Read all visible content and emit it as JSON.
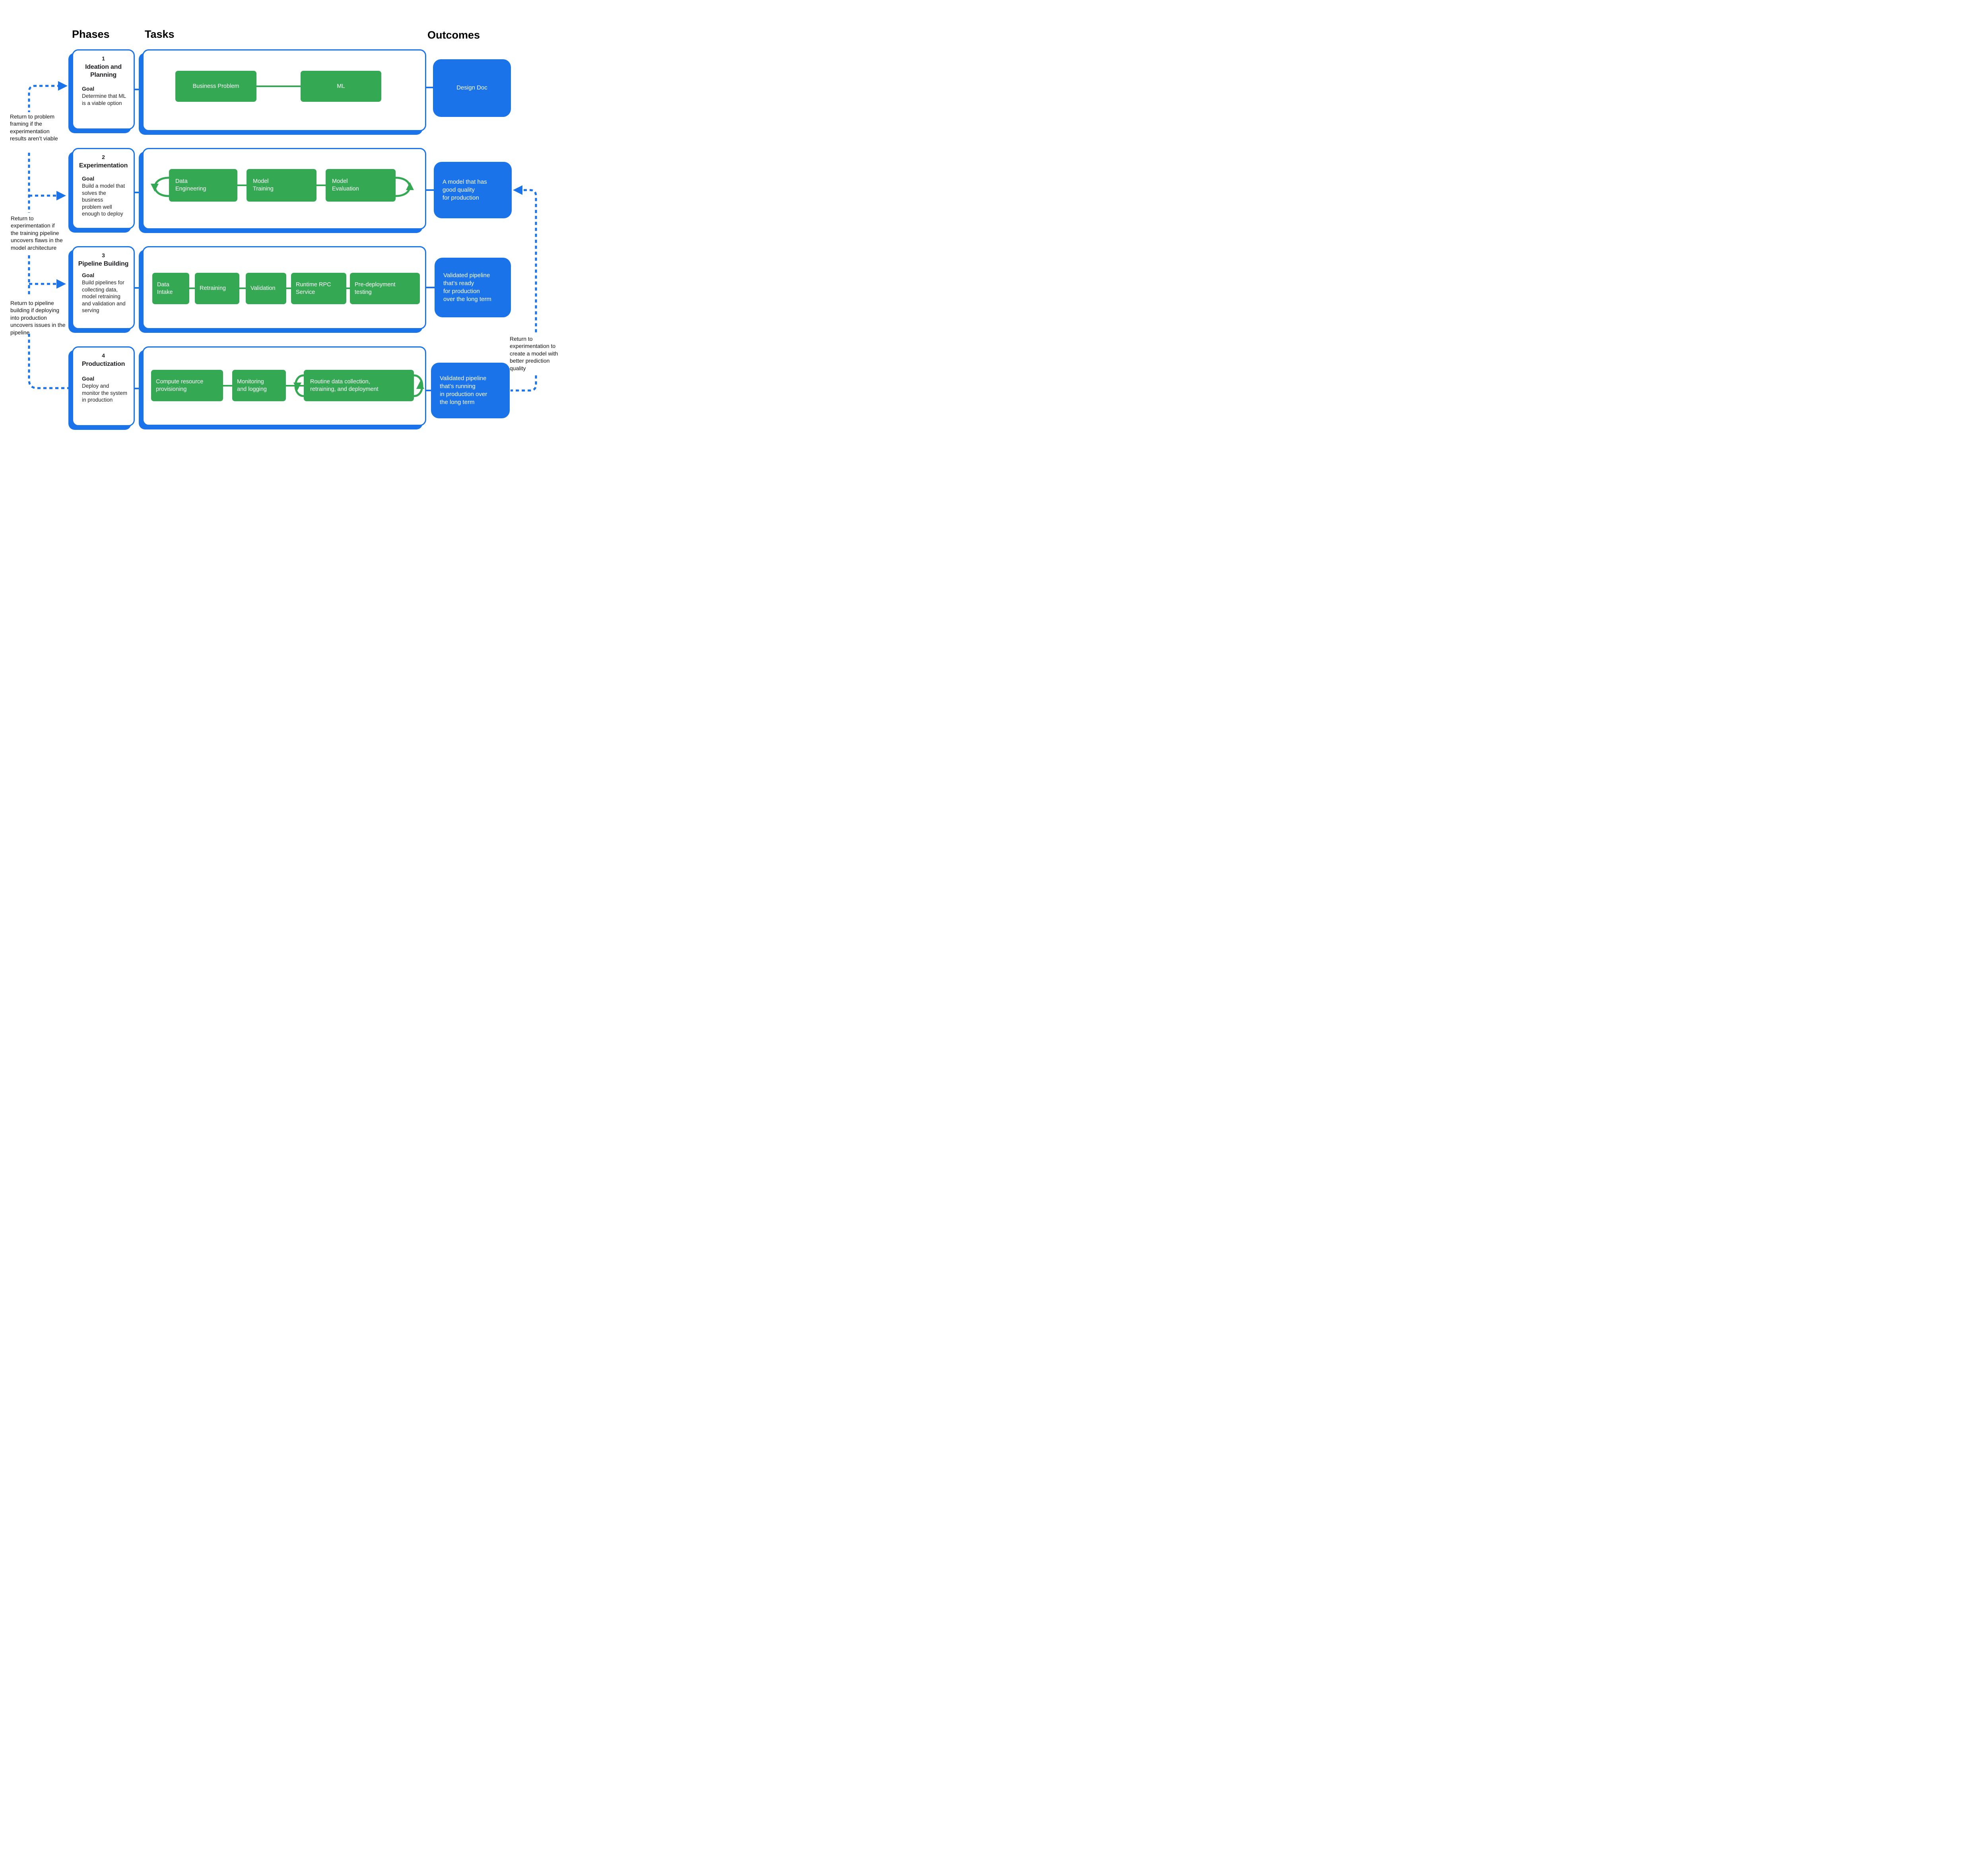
{
  "columns": {
    "phases": "Phases",
    "tasks": "Tasks",
    "outcomes": "Outcomes"
  },
  "colors": {
    "green": "#34A853",
    "blue": "#1A73E8",
    "text": "#202124"
  },
  "icons": {
    "left_rail": "dashed-return-arrow-rail",
    "right_rail": "dashed-return-arrow",
    "row2_loops": "iteration-loop-arrows",
    "row4_loops": "iteration-loop-arrows"
  },
  "phases": [
    {
      "number": "1",
      "title": "Ideation and\nPlanning",
      "goal_label": "Goal",
      "goal": "Determine that ML\nis a viable option",
      "tasks": [
        "Business Problem",
        "ML"
      ],
      "outcome": "Design Doc"
    },
    {
      "number": "2",
      "title": "Experimentation",
      "goal_label": "Goal",
      "goal": "Build a model that\nsolves the business\nproblem well\nenough to deploy",
      "tasks": [
        "Data\nEngineering",
        "Model\nTraining",
        "Model\nEvaluation"
      ],
      "outcome": "A model that has\ngood quality\nfor production"
    },
    {
      "number": "3",
      "title": "Pipeline Building",
      "goal_label": "Goal",
      "goal": "Build pipelines for\ncollecting data,\nmodel retraining\nand validation and\nserving",
      "tasks": [
        "Data\nIntake",
        "Retraining",
        "Validation",
        "Runtime RPC\nService",
        "Pre-deployment\ntesting"
      ],
      "outcome": "Validated pipeline\nthat’s ready\nfor production\nover the long term"
    },
    {
      "number": "4",
      "title": "Productization",
      "goal_label": "Goal",
      "goal": "Deploy and\nmonitor the system\nin production",
      "tasks": [
        "Compute resource\nprovisioning",
        "Monitoring\nand logging",
        "Routine data collection,\nretraining, and deployment"
      ],
      "outcome": "Validated pipeline\nthat’s running\nin production over\nthe long term"
    }
  ],
  "annotations": {
    "left1": "Return to problem\nframing if the\nexperimentation\nresults aren’t viable",
    "left2": "Return to\nexperimentation if\nthe training pipeline\nuncovers flaws in the\nmodel architecture",
    "left3": "Return to pipeline\nbuilding if deploying\ninto production\nuncovers issues in the\npipeline",
    "right1": "Return to\nexperimentation to\ncreate a model with\nbetter prediction\nquality"
  }
}
